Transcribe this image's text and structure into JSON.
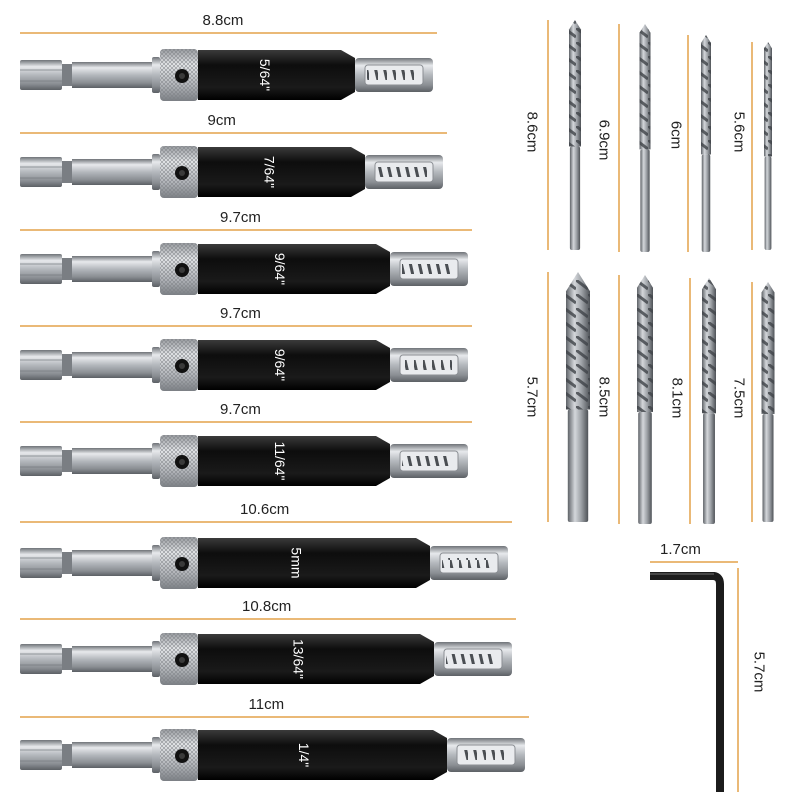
{
  "colors": {
    "dimension_line": "#e3a24a",
    "sleeve": "#121212",
    "steel": "#b9bcc0",
    "hex_key": "#1c1c1c"
  },
  "countersink_bits": [
    {
      "length_label": "8.8cm",
      "size_label": "5/64\""
    },
    {
      "length_label": "9cm",
      "size_label": "7/64\""
    },
    {
      "length_label": "9.7cm",
      "size_label": "9/64\""
    },
    {
      "length_label": "9.7cm",
      "size_label": "9/64\""
    },
    {
      "length_label": "9.7cm",
      "size_label": "11/64\""
    },
    {
      "length_label": "10.6cm",
      "size_label": "5mm"
    },
    {
      "length_label": "10.8cm",
      "size_label": "13/64\""
    },
    {
      "length_label": "11cm",
      "size_label": "1/4\""
    }
  ],
  "drill_bits_top": [
    {
      "length_label": "8.6cm"
    },
    {
      "length_label": "6.9cm"
    },
    {
      "length_label": "6cm"
    },
    {
      "length_label": "5.6cm"
    }
  ],
  "drill_bits_bottom": [
    {
      "length_label": "5.7cm"
    },
    {
      "length_label": "8.5cm"
    },
    {
      "length_label": "8.1cm"
    },
    {
      "length_label": "7.5cm"
    }
  ],
  "hex_key": {
    "width_label": "1.7cm",
    "height_label": "5.7cm"
  }
}
